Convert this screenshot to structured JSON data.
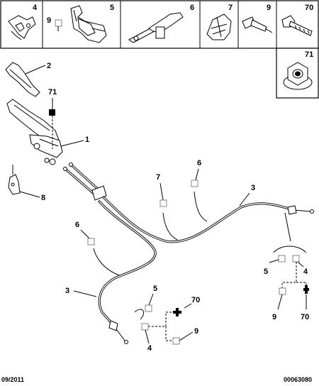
{
  "header_parts": [
    {
      "label": "4"
    },
    {
      "label": "5"
    },
    {
      "label": "6"
    },
    {
      "label": "7"
    },
    {
      "label": "9"
    },
    {
      "label": "70"
    },
    {
      "label": "71"
    }
  ],
  "header_sub_labels": {
    "box5_inner": "9"
  },
  "callouts": {
    "lever": "2",
    "nut_ref": "71",
    "bracket": "1",
    "switch": "8",
    "cable_top_7": "7",
    "cable_top_6": "6",
    "cable_right_3": "3",
    "cable_left_6": "6",
    "cable_left_3": "3",
    "right_group": {
      "a": "5",
      "b": "4",
      "c": "9",
      "d": "70"
    },
    "left_group": {
      "a": "5",
      "b": "70",
      "c": "4",
      "d": "9"
    }
  },
  "footer": {
    "date": "09/2011",
    "code": "00063080"
  }
}
